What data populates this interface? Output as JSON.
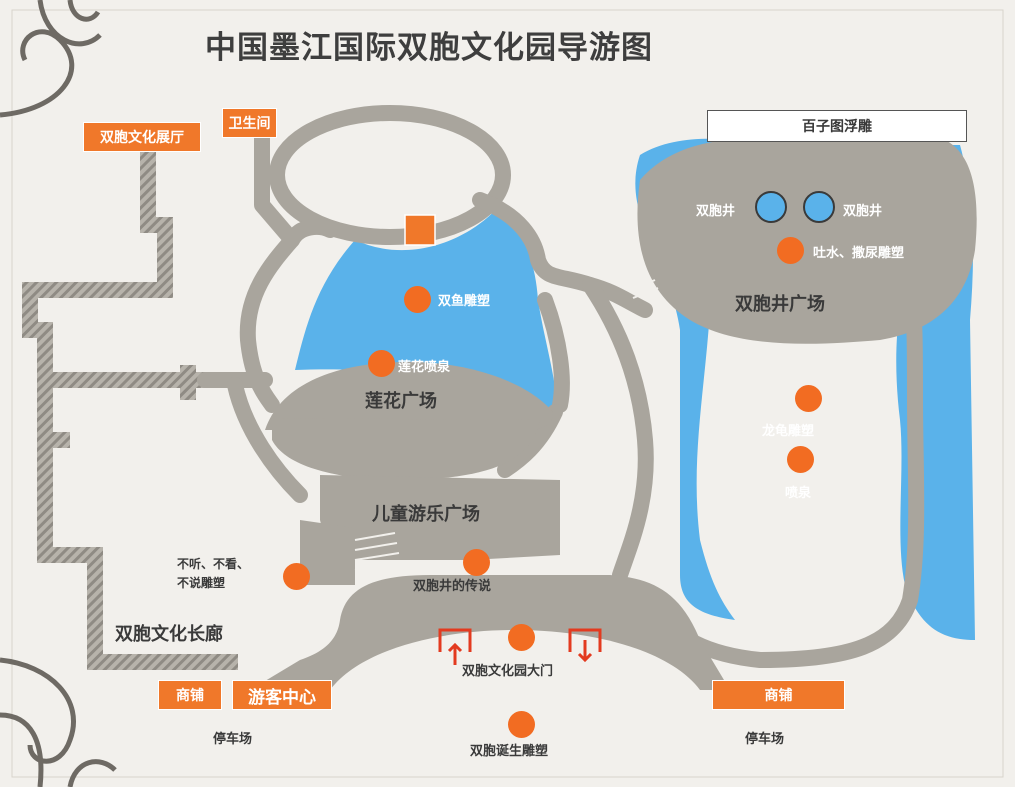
{
  "title": "中国墨江国际双胞文化园导游图",
  "buildings": {
    "exhibition_hall": "双胞文化展厅",
    "toilet": "卫生间",
    "shop_left": "商铺",
    "visitor_center": "游客中心",
    "shop_right": "商铺",
    "relief_wall": "百子图浮雕"
  },
  "areas": {
    "lotus_square": "莲花广场",
    "kids_square": "儿童游乐广场",
    "twin_well_square": "双胞井广场",
    "culture_corridor": "双胞文化长廊"
  },
  "attractions": {
    "twin_fish": "双鱼雕塑",
    "lotus_fountain": "莲花喷泉",
    "well_left": "双胞井",
    "well_right": "双胞井",
    "spit_sculpture": "吐水、撒尿雕塑",
    "dragon_turtle": "龙龟雕塑",
    "fountain": "喷泉",
    "three_monkeys_line1": "不听、不看、",
    "three_monkeys_line2": "不说雕塑",
    "legend": "双胞井的传说",
    "main_gate": "双胞文化园大门",
    "birth_sculpture": "双胞诞生雕塑"
  },
  "parking": {
    "left": "停车场",
    "right": "停车场"
  },
  "colors": {
    "water": "#5ab2ea",
    "ground": "#a9a59d",
    "path": "#a9a59d",
    "marker": "#f26c22",
    "building": "#f0782a",
    "background": "#f2f0ec"
  }
}
